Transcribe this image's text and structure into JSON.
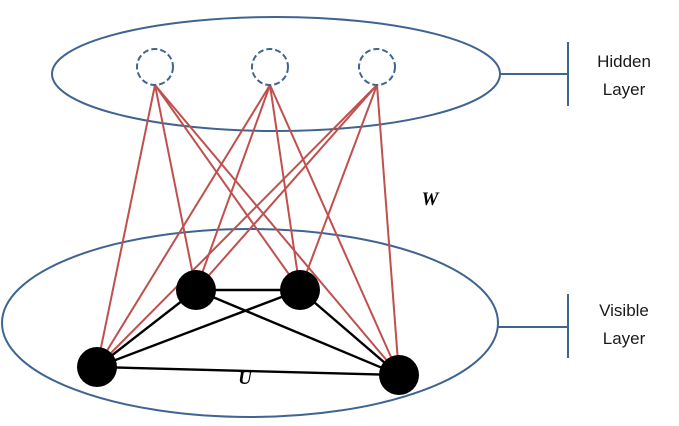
{
  "diagram": {
    "hidden_layer_label": [
      "Hidden",
      "Layer"
    ],
    "visible_layer_label": [
      "Visible",
      "Layer"
    ],
    "weight_between_layers": "W",
    "weight_within_visible": "U",
    "colors": {
      "ellipse_stroke": "#3f6491",
      "hidden_unit_stroke": "#3f6491",
      "inter_layer_edge": "#c0504d",
      "intra_visible_edge": "#000000",
      "visible_unit_fill": "#000000"
    },
    "hidden_units": [
      {
        "id": "h1"
      },
      {
        "id": "h2"
      },
      {
        "id": "h3"
      }
    ],
    "visible_units": [
      {
        "id": "v1"
      },
      {
        "id": "v2"
      },
      {
        "id": "v3"
      },
      {
        "id": "v4"
      }
    ],
    "inter_layer_edges": [
      [
        "h1",
        "v1"
      ],
      [
        "h1",
        "v2"
      ],
      [
        "h1",
        "v3"
      ],
      [
        "h1",
        "v4"
      ],
      [
        "h2",
        "v1"
      ],
      [
        "h2",
        "v2"
      ],
      [
        "h2",
        "v3"
      ],
      [
        "h2",
        "v4"
      ],
      [
        "h3",
        "v1"
      ],
      [
        "h3",
        "v2"
      ],
      [
        "h3",
        "v3"
      ],
      [
        "h3",
        "v4"
      ]
    ],
    "intra_visible_edges": [
      [
        "v1",
        "v2"
      ],
      [
        "v1",
        "v3"
      ],
      [
        "v1",
        "v4"
      ],
      [
        "v2",
        "v3"
      ],
      [
        "v2",
        "v4"
      ],
      [
        "v3",
        "v4"
      ]
    ]
  }
}
